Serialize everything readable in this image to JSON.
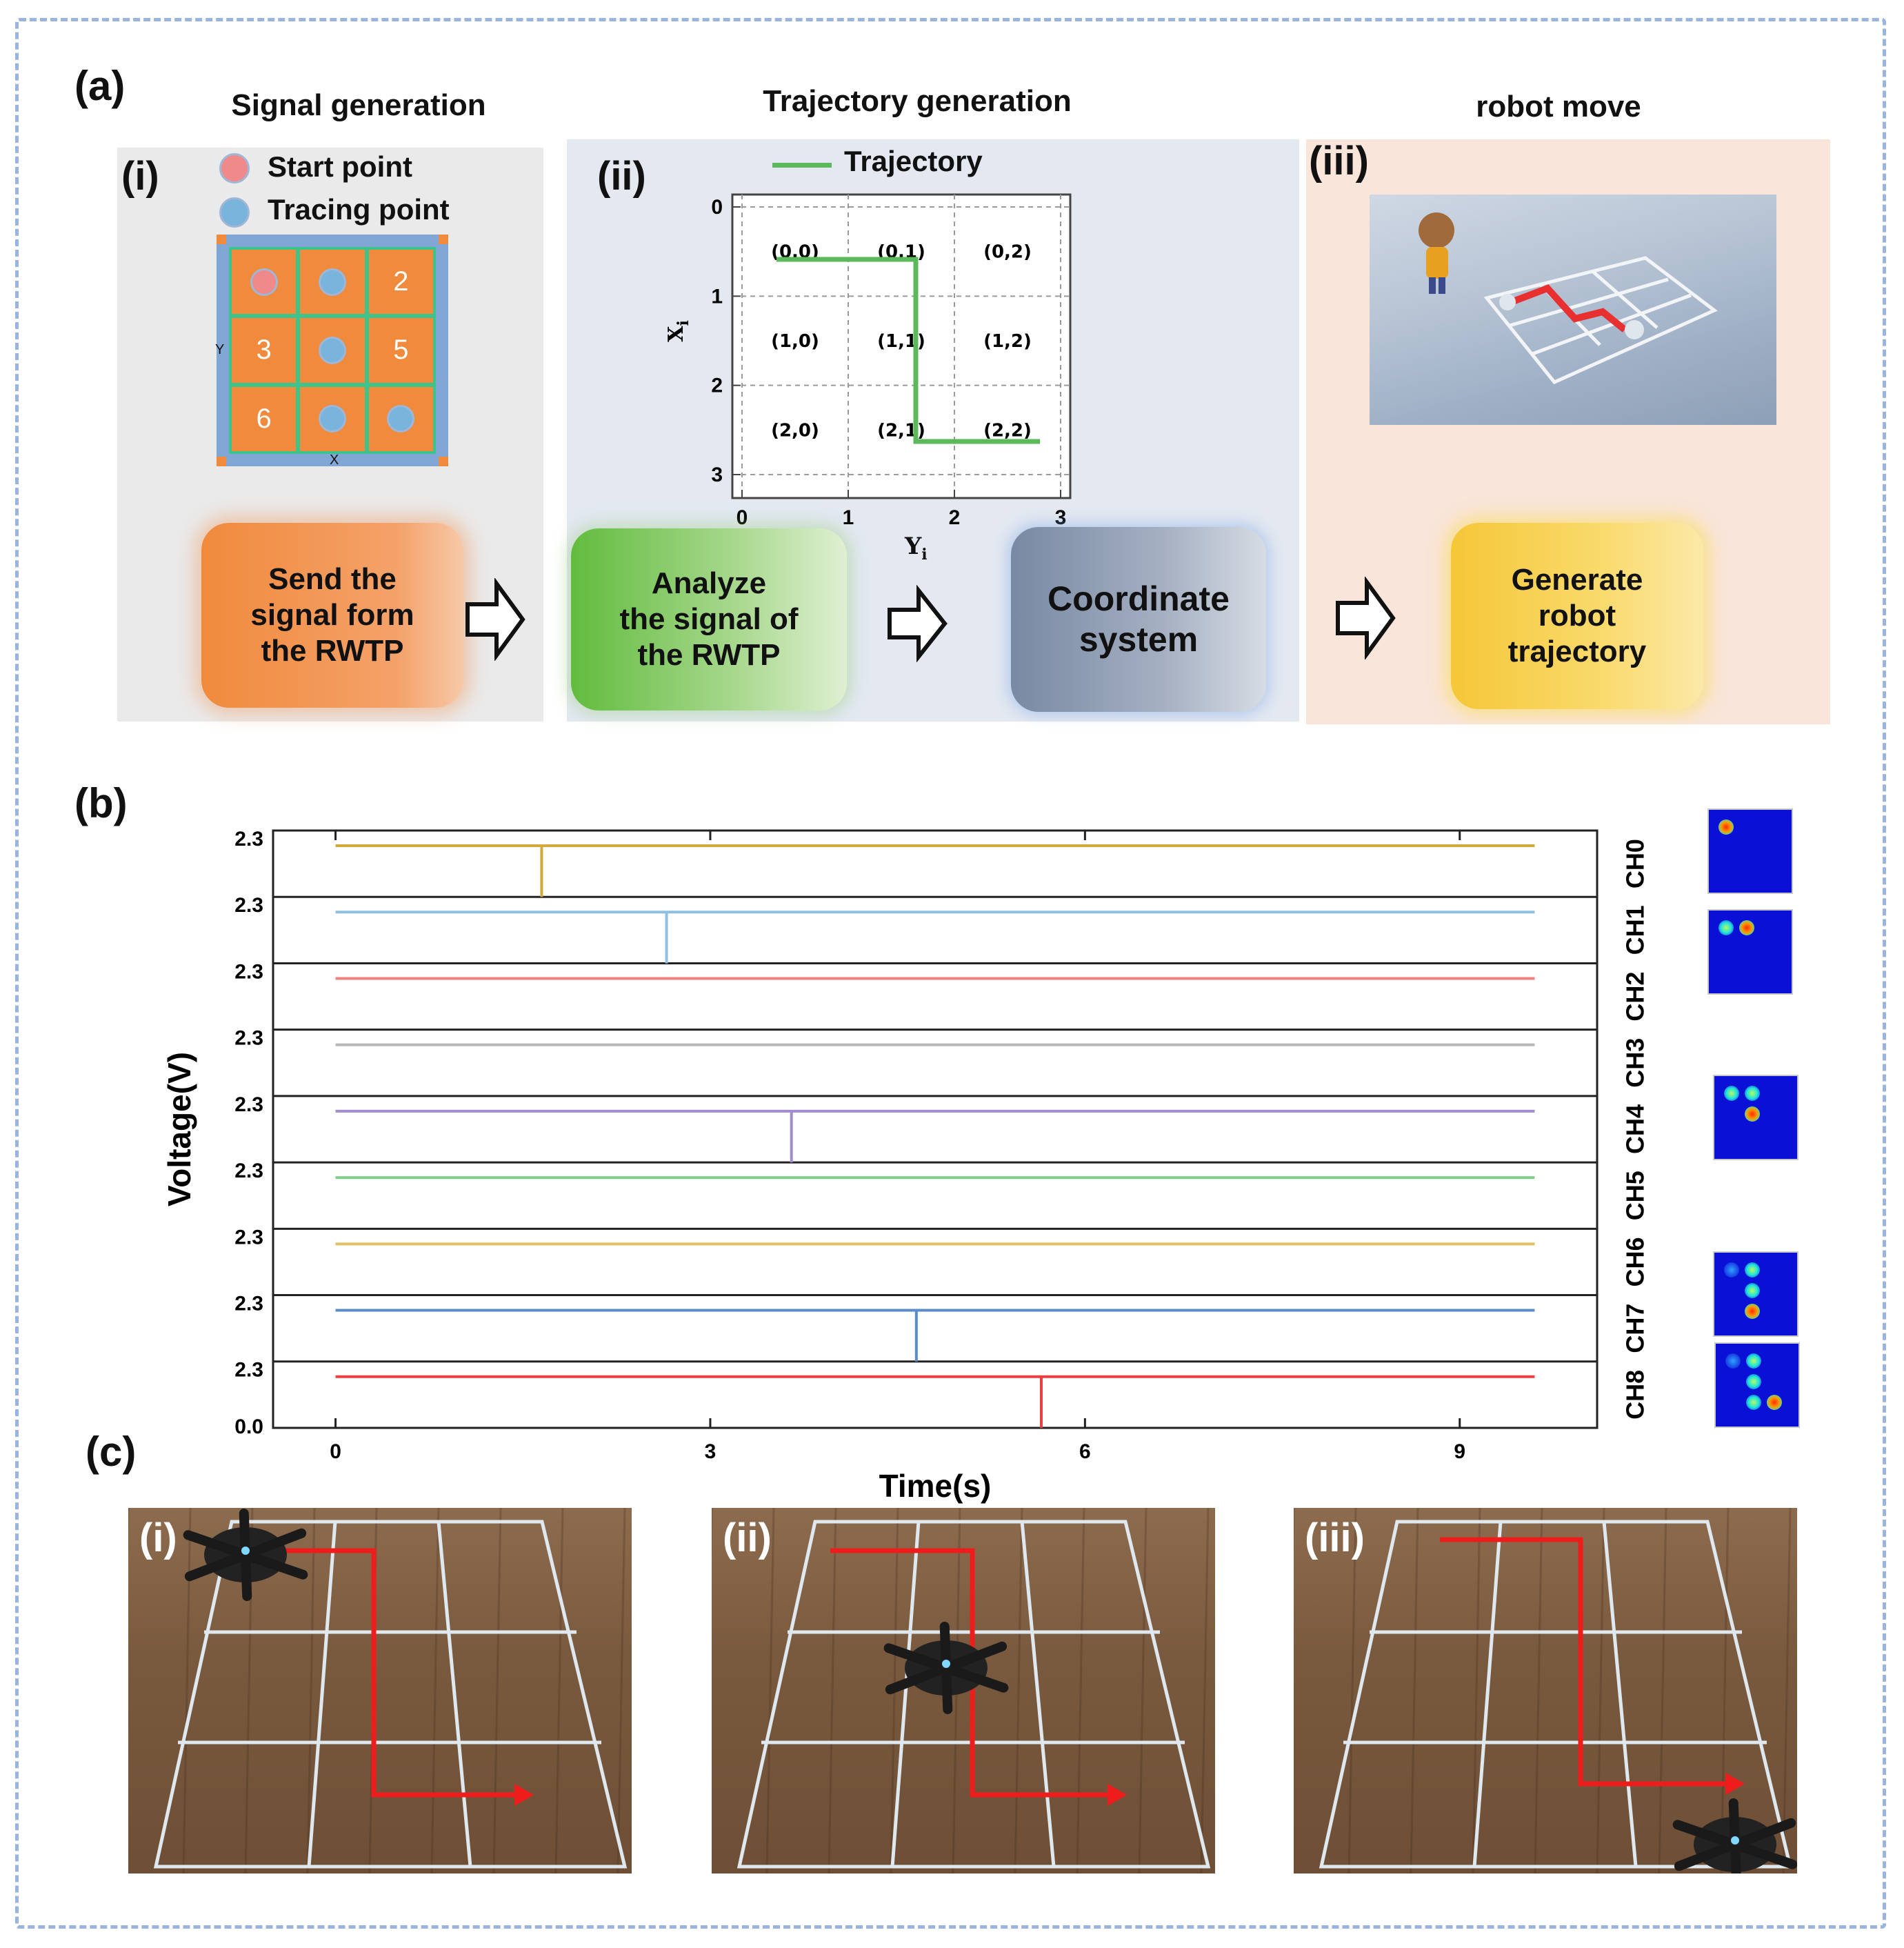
{
  "panel_a": {
    "label": "(a)",
    "titles": {
      "signal": "Signal generation",
      "trajectory": "Trajectory generation",
      "robot": "robot move"
    },
    "roman": [
      "(i)",
      "(ii)",
      "(iii)"
    ],
    "legend_i": {
      "start": "Start point",
      "tracing": "Tracing point"
    },
    "pad": {
      "cells": [
        "",
        "",
        "2",
        "3",
        "",
        "5",
        "6",
        "",
        ""
      ],
      "axis_x": "X",
      "axis_y": "Y"
    },
    "grid": {
      "legend": "Trajectory",
      "cells": [
        "(0,0)",
        "(0,1)",
        "(0,2)",
        "(1,0)",
        "(1,1)",
        "(1,2)",
        "(2,0)",
        "(2,1)",
        "(2,2)"
      ],
      "x_ticks": [
        "0",
        "1",
        "2",
        "3"
      ],
      "y_ticks": [
        "0",
        "1",
        "2",
        "3"
      ],
      "xlabel": "Y",
      "xlabel_sub": "i",
      "ylabel": "X",
      "ylabel_sub": "i"
    },
    "boxes": {
      "send": [
        "Send the",
        "signal form",
        "the RWTP"
      ],
      "analyze": [
        "Analyze",
        "the signal of",
        "the   RWTP"
      ],
      "coord": [
        "Coordinate",
        "system"
      ],
      "generate": [
        "Generate",
        "robot",
        "trajectory"
      ]
    },
    "colors": {
      "send": "#f08a3c",
      "analyze": "#6dc04a",
      "coord": "#8593ab",
      "generate": "#f7cf45",
      "trajectory": "#5cb85c",
      "start_point": "#f08a8a",
      "tracing_point": "#78b4dc"
    }
  },
  "panel_b": {
    "label": "(b)",
    "chart_data": {
      "type": "line",
      "xlabel": "Time(s)",
      "ylabel": "Voltage(V)",
      "xlim": [
        -0.5,
        10.1
      ],
      "x_ticks": [
        "0",
        "3",
        "6",
        "9"
      ],
      "x_tick_values": [
        0,
        3,
        6,
        9
      ],
      "y_tick_labels": [
        "2.3",
        "2.3",
        "2.3",
        "2.3",
        "2.3",
        "2.3",
        "2.3",
        "2.3",
        "2.3",
        "0.0"
      ],
      "series": [
        {
          "name": "CH0",
          "color": "#d4a93a",
          "baseline": 2.3,
          "x_range": [
            0,
            9.6
          ],
          "pulse_x": 1.65
        },
        {
          "name": "CH1",
          "color": "#8fbfe0",
          "baseline": 2.3,
          "x_range": [
            0,
            9.6
          ],
          "pulse_x": 2.65
        },
        {
          "name": "CH2",
          "color": "#f08080",
          "baseline": 2.3,
          "x_range": [
            0,
            9.6
          ],
          "pulse_x": null
        },
        {
          "name": "CH3",
          "color": "#b8b8b8",
          "baseline": 2.3,
          "x_range": [
            0,
            9.6
          ],
          "pulse_x": null
        },
        {
          "name": "CH4",
          "color": "#a08ad0",
          "baseline": 2.3,
          "x_range": [
            0,
            9.6
          ],
          "pulse_x": 3.65
        },
        {
          "name": "CH5",
          "color": "#7fcf8f",
          "baseline": 2.3,
          "x_range": [
            0,
            9.6
          ],
          "pulse_x": null
        },
        {
          "name": "CH6",
          "color": "#e0c060",
          "baseline": 2.3,
          "x_range": [
            0,
            9.6
          ],
          "pulse_x": null
        },
        {
          "name": "CH7",
          "color": "#5a8cc8",
          "baseline": 2.3,
          "x_range": [
            0,
            9.6
          ],
          "pulse_x": 4.65
        },
        {
          "name": "CH8",
          "color": "#e84040",
          "baseline": 2.3,
          "x_range": [
            0,
            9.6
          ],
          "pulse_x": 5.65
        }
      ]
    },
    "heatmaps": [
      {
        "dots": [
          [
            0,
            0,
            "hot"
          ]
        ]
      },
      {
        "dots": [
          [
            0,
            0,
            "warm"
          ],
          [
            0,
            1,
            "hot"
          ]
        ]
      },
      {
        "dots": [
          [
            0,
            0,
            "warm"
          ],
          [
            0,
            1,
            "warm"
          ],
          [
            1,
            1,
            "hot"
          ]
        ]
      },
      {
        "dots": [
          [
            0,
            0,
            "cool"
          ],
          [
            0,
            1,
            "warm"
          ],
          [
            1,
            1,
            "warm"
          ],
          [
            2,
            1,
            "hot"
          ]
        ]
      },
      {
        "dots": [
          [
            0,
            0,
            "cool"
          ],
          [
            0,
            1,
            "warm"
          ],
          [
            1,
            1,
            "warm"
          ],
          [
            2,
            1,
            "warm"
          ],
          [
            2,
            2,
            "hot"
          ]
        ]
      }
    ]
  },
  "panel_c": {
    "label": "(c)",
    "photos": [
      "(i)",
      "(ii)",
      "(iii)"
    ]
  }
}
